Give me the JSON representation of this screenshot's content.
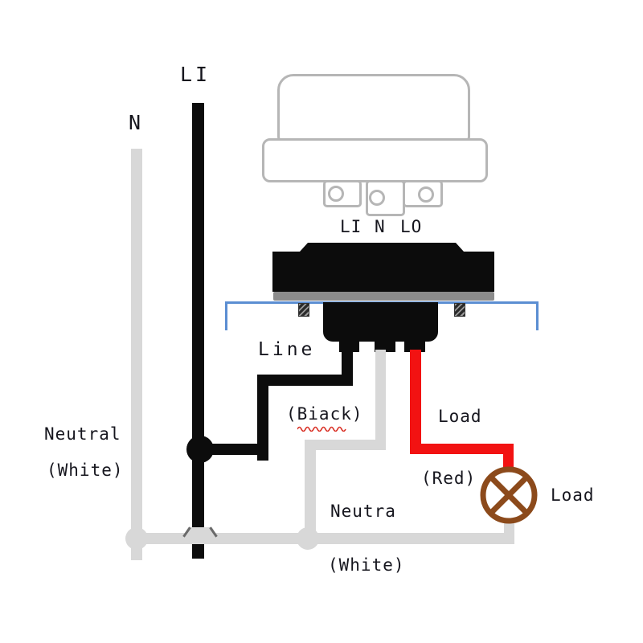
{
  "diagram": {
    "type": "wiring-diagram",
    "supply": {
      "live_label": "LI",
      "neutral_label": "N"
    },
    "sensor": {
      "terminals": [
        "LI",
        "N",
        "LO"
      ]
    },
    "labels": {
      "line": "Line",
      "line_color": "(Biack)",
      "load_wire": "Load",
      "load_color": "(Red)",
      "neutral_left_line1": "Neutral",
      "neutral_left_line2": "(White)",
      "neutral_bottom_line1": "Neutra",
      "neutral_bottom_line2": "(White)",
      "lamp": "Load"
    },
    "colors": {
      "line_wire": "#0c0c0c",
      "neutral_wire": "#d8d8d8",
      "load_wire": "#f21212",
      "lamp": "#8c4a1b",
      "mount_bracket": "#5b8ed2",
      "device_outline": "#b6b6b6",
      "socket_body": "#0c0c0c",
      "gasket": "#8c8c8c",
      "misspell_underline": "#d93025"
    }
  }
}
